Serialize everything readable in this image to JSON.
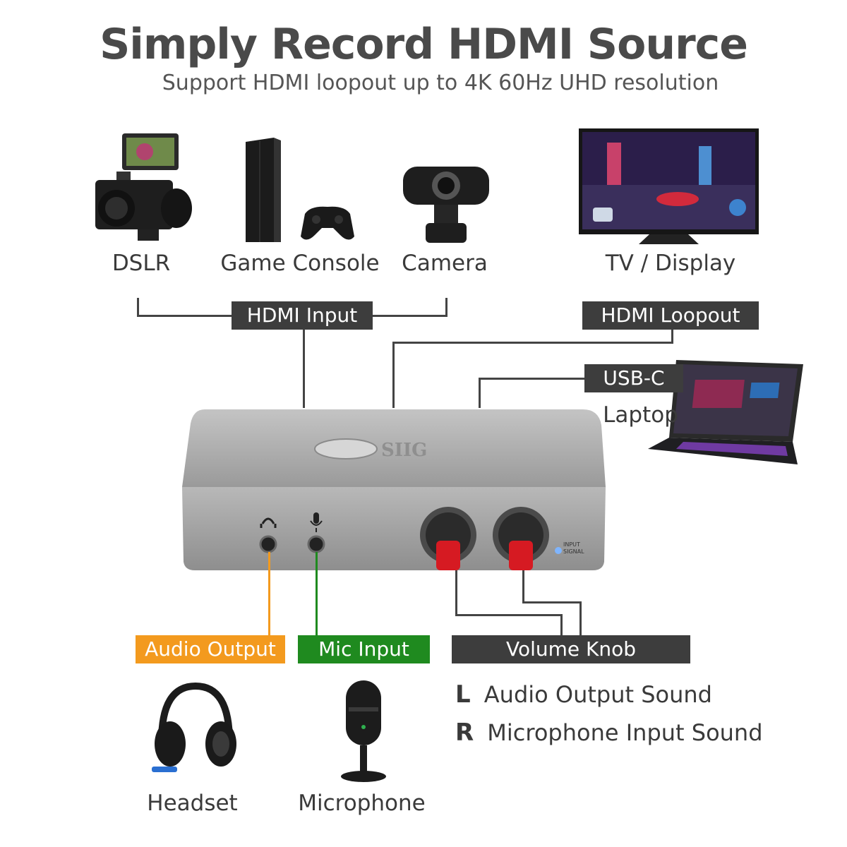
{
  "header": {
    "title": "Simply Record HDMI Source",
    "subtitle": "Support HDMI loopout up to 4K 60Hz UHD resolution"
  },
  "devices": {
    "dslr": "DSLR",
    "console": "Game Console",
    "camera": "Camera",
    "tv": "TV / Display",
    "laptop": "Laptop",
    "headset": "Headset",
    "microphone": "Microphone"
  },
  "ports": {
    "hdmi_input": "HDMI Input",
    "hdmi_loopout": "HDMI Loopout",
    "usb_c": "USB-C",
    "audio_output": "Audio Output",
    "mic_input": "Mic Input",
    "volume_knob": "Volume Knob"
  },
  "legend": [
    {
      "key": "L",
      "text": "Audio Output Sound"
    },
    {
      "key": "R",
      "text": "Microphone Input Sound"
    }
  ],
  "device_branding": {
    "logo": "SIIG",
    "indicator": "INPUT SIGNAL"
  },
  "colors": {
    "tag_dark": "#3d3d3d",
    "audio_output": "#f39a1e",
    "mic_input": "#1f8a1f",
    "knob_red": "#d61a22",
    "device_body": "#a9a9a9"
  }
}
